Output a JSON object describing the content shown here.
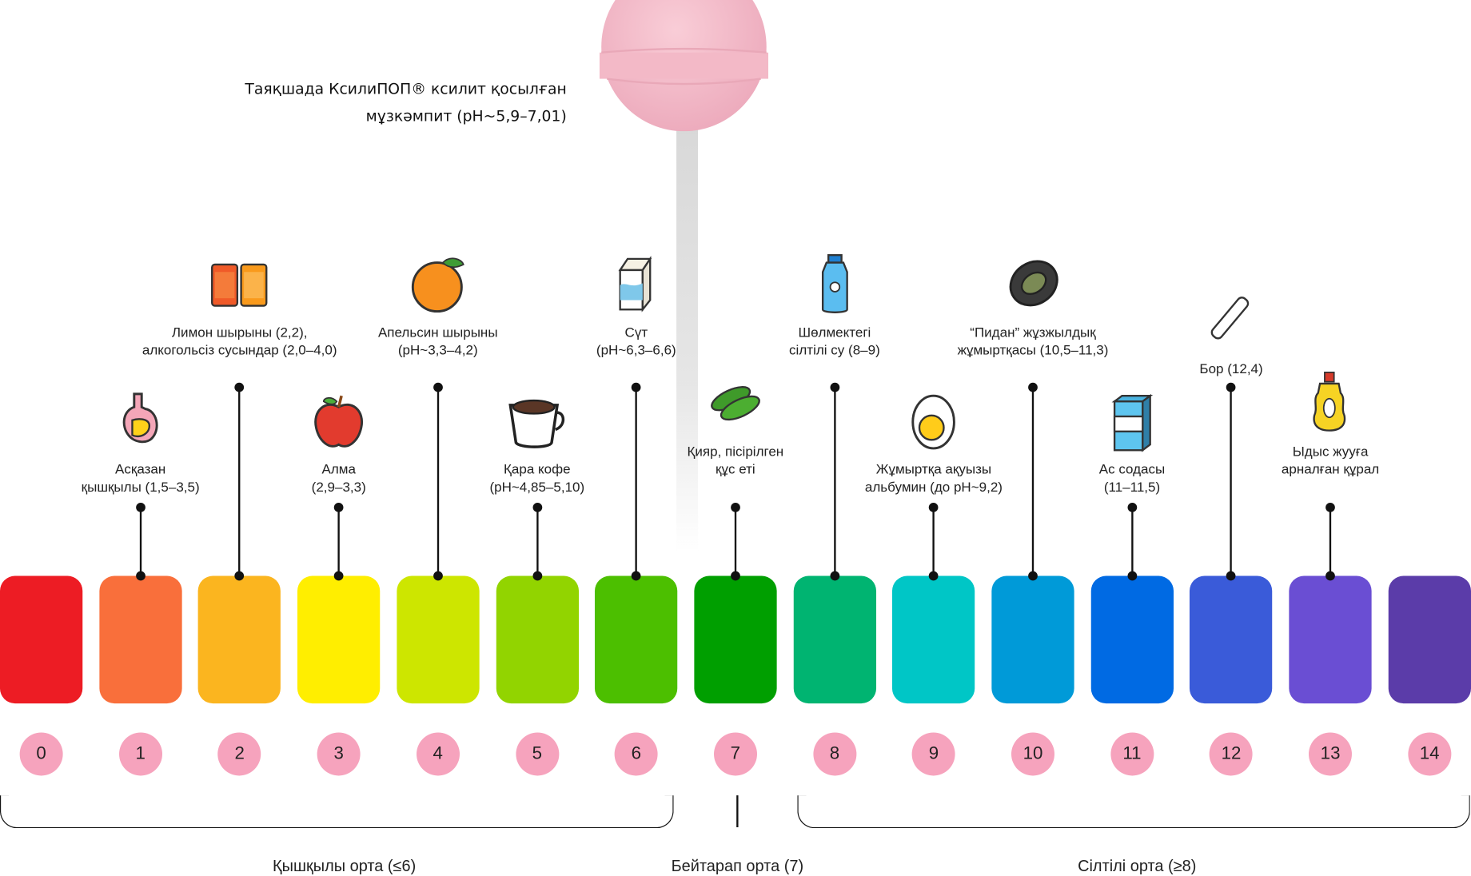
{
  "title": {
    "line1": "Таяқшада КсилиПОП® ксилит қосылған",
    "line2": "мұзкәмпит (pH~5,9–7,01)"
  },
  "scale": {
    "numbers": [
      "0",
      "1",
      "2",
      "3",
      "4",
      "5",
      "6",
      "7",
      "8",
      "9",
      "10",
      "11",
      "12",
      "13",
      "14"
    ],
    "colors": [
      "#ed1c24",
      "#f96f3b",
      "#fbb51f",
      "#ffee00",
      "#cde600",
      "#92d400",
      "#4cbf00",
      "#009f00",
      "#00b471",
      "#00c6c6",
      "#009ad8",
      "#006ae3",
      "#3a5bd9",
      "#6a4ed3",
      "#5b3ca9"
    ],
    "number_badge_color": "#f6a3bd"
  },
  "items": [
    {
      "ph": 1,
      "level": "low",
      "icon": "stomach-icon",
      "lines": [
        "Асқазан",
        "қышқылы (1,5–3,5)"
      ]
    },
    {
      "ph": 2,
      "level": "high",
      "icon": "juice-cans-icon",
      "lines": [
        "Лимон шырыны (2,2),",
        "алкогольсіз сусындар (2,0–4,0)"
      ]
    },
    {
      "ph": 3,
      "level": "low",
      "icon": "apple-icon",
      "lines": [
        "Алма",
        "(2,9–3,3)"
      ]
    },
    {
      "ph": 4,
      "level": "high",
      "icon": "orange-icon",
      "lines": [
        "Апельсин шырыны",
        "(pH~3,3–4,2)"
      ]
    },
    {
      "ph": 5,
      "level": "low",
      "icon": "coffee-cup-icon",
      "lines": [
        "Қара кофе",
        "(pH~4,85–5,10)"
      ]
    },
    {
      "ph": 6,
      "level": "high",
      "icon": "milk-carton-icon",
      "lines": [
        "Сүт",
        "(pH~6,3–6,6)"
      ]
    },
    {
      "ph": 7,
      "level": "low",
      "icon": "cucumber-icon",
      "lines": [
        "Қияр, пісірілген",
        "құс еті"
      ]
    },
    {
      "ph": 8,
      "level": "high",
      "icon": "water-bottle-icon",
      "lines": [
        "Шөлмектегі",
        "сілтілі су (8–9)"
      ]
    },
    {
      "ph": 9,
      "level": "low",
      "icon": "boiled-egg-icon",
      "lines": [
        "Жұмыртқа ақуызы",
        "альбумин (до pH~9,2)"
      ]
    },
    {
      "ph": 10,
      "level": "high",
      "icon": "century-egg-icon",
      "lines": [
        "“Пидан” жұзжылдық",
        "жұмыртқасы (10,5–11,3)"
      ]
    },
    {
      "ph": 11,
      "level": "low",
      "icon": "baking-soda-box-icon",
      "lines": [
        "Ас содасы",
        "(11–11,5)"
      ]
    },
    {
      "ph": 12,
      "level": "high",
      "icon": "chalk-icon",
      "lines": [
        "Бор (12,4)"
      ]
    },
    {
      "ph": 13,
      "level": "low",
      "icon": "dish-soap-icon",
      "lines": [
        "Ыдыс жууға",
        "арналған құрал"
      ]
    }
  ],
  "groups": {
    "acidic": "Қышқылы орта (≤6)",
    "neutral": "Бейтарап орта (7)",
    "alkaline": "Сілтілі орта (≥8)"
  }
}
